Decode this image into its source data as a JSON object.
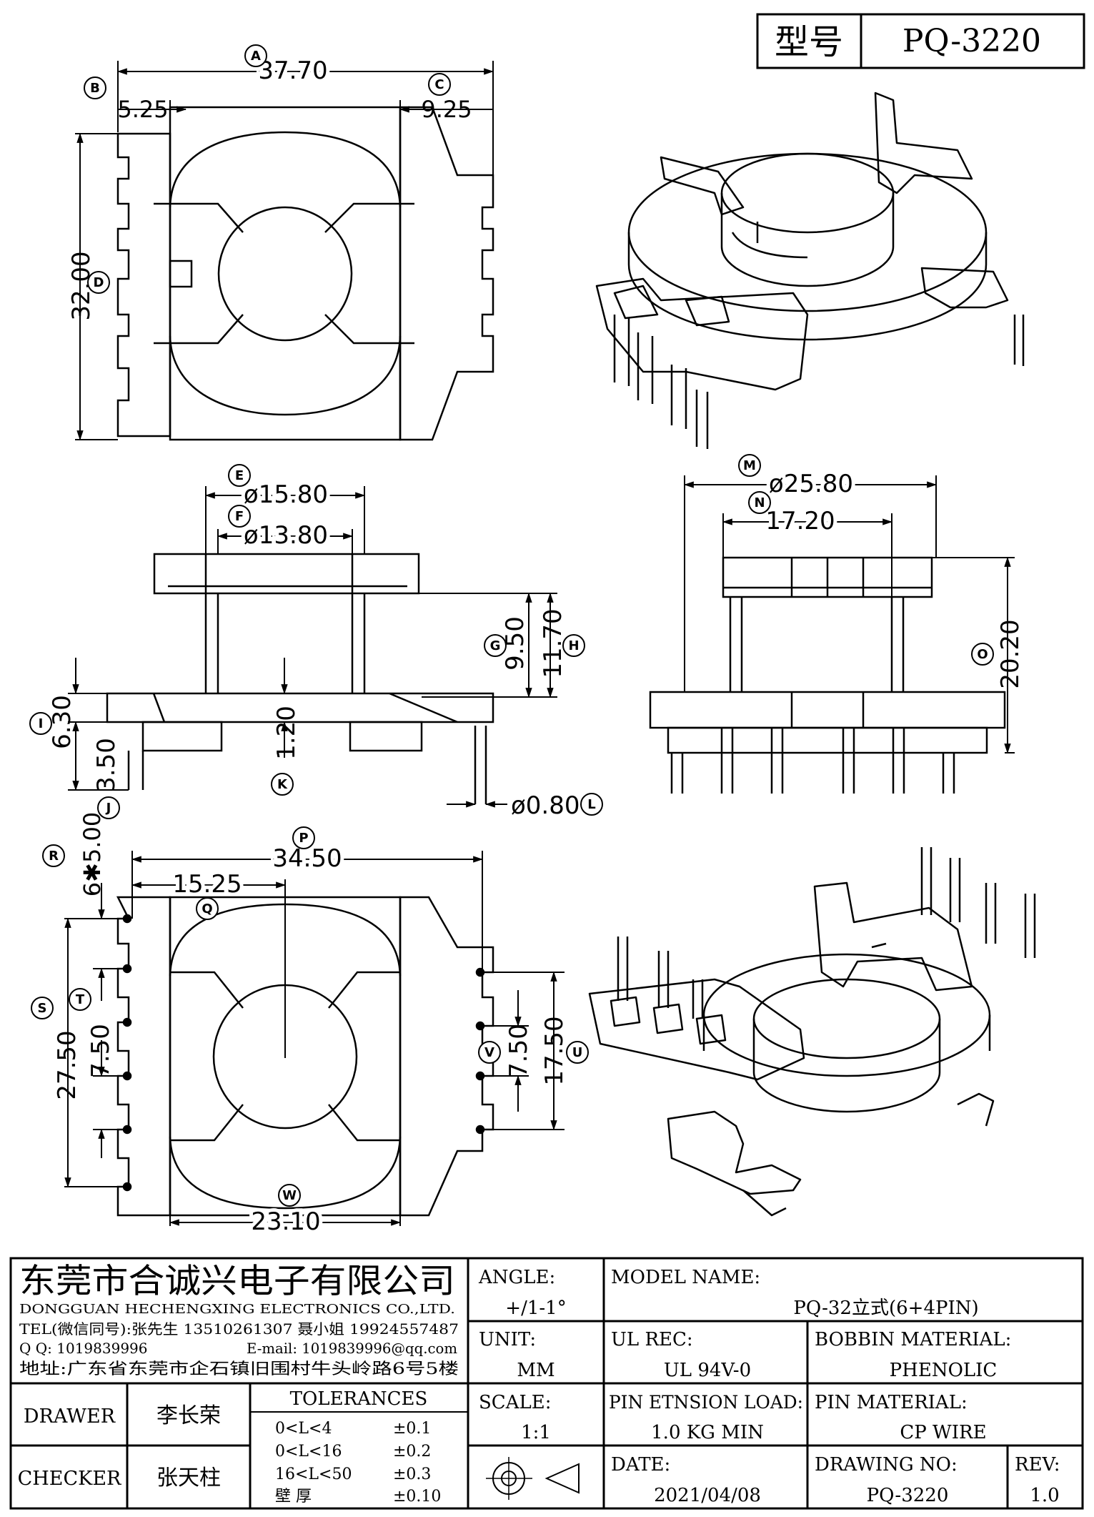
{
  "model_box": {
    "label": "型号",
    "value": "PQ-3220"
  },
  "dimensions": {
    "A": {
      "letter": "A",
      "value": "37.70"
    },
    "B": {
      "letter": "B",
      "value": "5.25"
    },
    "C": {
      "letter": "C",
      "value": "9.25"
    },
    "D": {
      "letter": "D",
      "value": "32.00"
    },
    "E": {
      "letter": "E",
      "value": "ø15.80"
    },
    "F": {
      "letter": "F",
      "value": "ø13.80"
    },
    "G": {
      "letter": "G",
      "value": "9.50"
    },
    "H": {
      "letter": "H",
      "value": "11.70"
    },
    "I": {
      "letter": "I",
      "value": "6.30"
    },
    "J": {
      "letter": "J",
      "value": "3.50"
    },
    "K": {
      "letter": "K",
      "value": "1.20"
    },
    "L": {
      "letter": "L",
      "value": "ø0.80"
    },
    "M": {
      "letter": "M",
      "value": "ø25.80"
    },
    "N": {
      "letter": "N",
      "value": "17.20"
    },
    "O": {
      "letter": "O",
      "value": "20.20"
    },
    "P": {
      "letter": "P",
      "value": "34.50"
    },
    "Q": {
      "letter": "Q",
      "value": "15.25"
    },
    "R": {
      "letter": "R",
      "value": "6✱5.00"
    },
    "S": {
      "letter": "S",
      "value": "27.50"
    },
    "T": {
      "letter": "T",
      "value": "7.50"
    },
    "U": {
      "letter": "U",
      "value": "17.50"
    },
    "V": {
      "letter": "V",
      "value": "7.50"
    },
    "W": {
      "letter": "W",
      "value": "23.10"
    }
  },
  "company": {
    "name_cn": "东莞市合诚兴电子有限公司",
    "name_en": "DONGGUAN HECHENGXING ELECTRONICS CO.,LTD.",
    "tel": "TEL(微信同号):张先生 13510261307 聂小姐 19924557487",
    "qq": "Q Q: 1019839996",
    "email": "E-mail: 1019839996@qq.com",
    "address": "地址:广东省东莞市企石镇旧围村牛头岭路6号5楼"
  },
  "angle": {
    "label": "ANGLE:",
    "value": "+/1-1°"
  },
  "unit": {
    "label": "UNIT:",
    "value": "MM"
  },
  "scale": {
    "label": "SCALE:",
    "value": "1:1"
  },
  "model_name": {
    "label": "MODEL NAME:",
    "value": "PQ-32立式(6+4PIN)"
  },
  "ul_rec": {
    "label": "UL REC:",
    "value": "UL 94V-0"
  },
  "bobbin_material": {
    "label": "BOBBIN MATERIAL:",
    "value": "PHENOLIC"
  },
  "pin_load": {
    "label": "PIN ETNSION LOAD:",
    "value": "1.0 KG MIN"
  },
  "pin_material": {
    "label": "PIN MATERIAL:",
    "value": "CP WIRE"
  },
  "date": {
    "label": "DATE:",
    "value": "2021/04/08"
  },
  "drawing_no": {
    "label": "DRAWING NO:",
    "value": "PQ-3220"
  },
  "rev": {
    "label": "REV:",
    "value": "1.0"
  },
  "drawer": {
    "label": "DRAWER",
    "value": "李长荣"
  },
  "checker": {
    "label": "CHECKER",
    "value": "张天柱"
  },
  "tolerances": {
    "title": "TOLERANCES",
    "rows": [
      {
        "range": "0<L<4",
        "value": "±0.1"
      },
      {
        "range": "0<L<16",
        "value": "±0.2"
      },
      {
        "range": "16<L<50",
        "value": "±0.3"
      },
      {
        "range": "壁 厚",
        "value": "±0.10"
      }
    ]
  }
}
